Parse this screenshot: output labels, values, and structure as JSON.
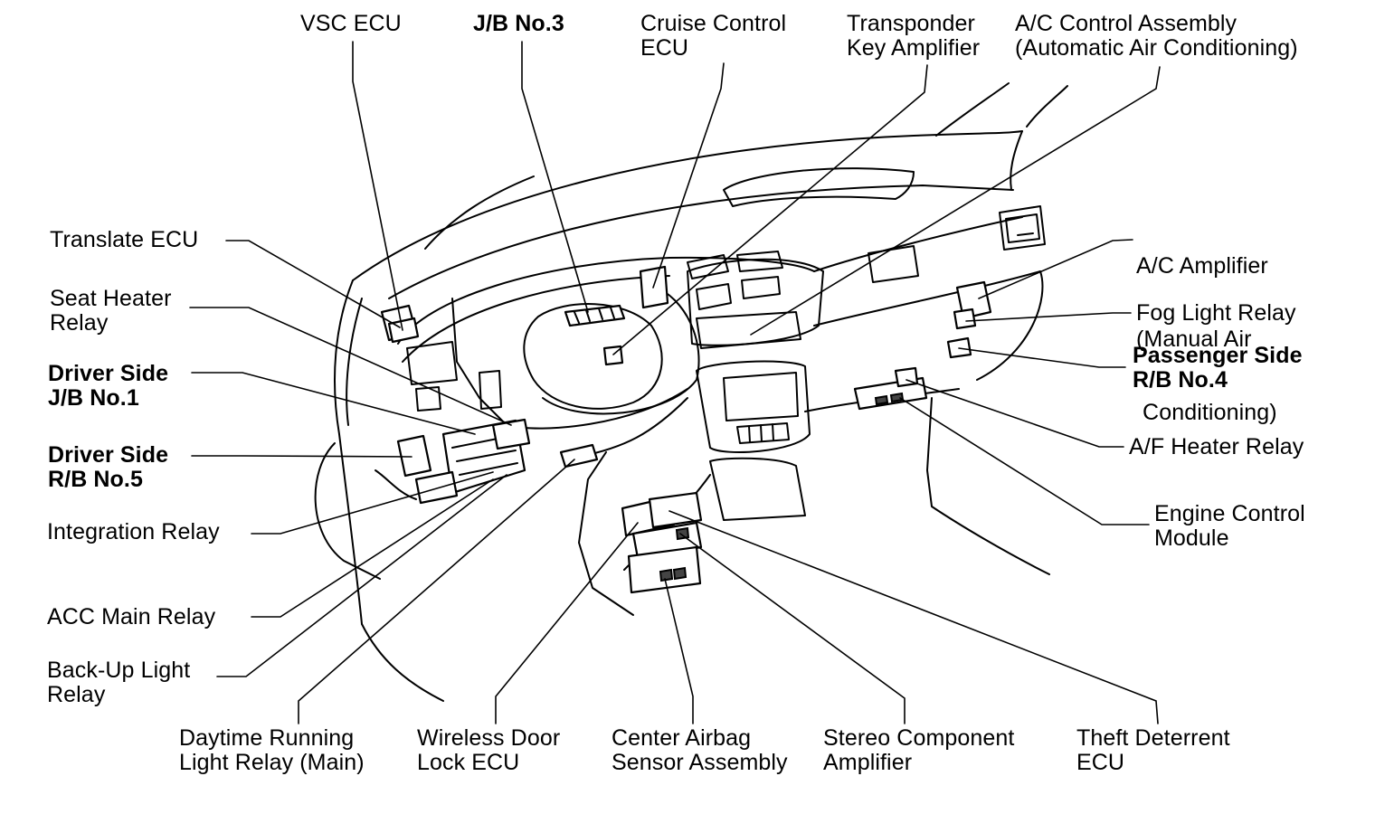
{
  "labels": {
    "vsc_ecu": [
      "VSC ECU"
    ],
    "jb_no3": [
      "J/B No.3"
    ],
    "cruise_control_ecu": [
      "Cruise Control",
      "ECU"
    ],
    "transponder_key_amplifier": [
      "Transponder",
      "Key Amplifier"
    ],
    "ac_control_assembly": [
      "A/C Control Assembly",
      "(Automatic Air Conditioning)"
    ],
    "translate_ecu": [
      "Translate ECU"
    ],
    "seat_heater_relay": [
      "Seat Heater",
      "Relay"
    ],
    "driver_side_jb_no1": [
      "Driver Side",
      "J/B No.1"
    ],
    "driver_side_rb_no5": [
      "Driver Side",
      "R/B No.5"
    ],
    "integration_relay": [
      "Integration Relay"
    ],
    "acc_main_relay": [
      "ACC Main Relay"
    ],
    "back_up_light_relay": [
      "Back-Up Light",
      "Relay"
    ],
    "daytime_running_light_relay": [
      "Daytime Running",
      "Light Relay (Main)"
    ],
    "wireless_door_lock_ecu": [
      "Wireless Door",
      "Lock ECU"
    ],
    "center_airbag_sensor": [
      "Center Airbag",
      "Sensor Assembly"
    ],
    "stereo_component_amplifier": [
      "Stereo Component",
      "Amplifier"
    ],
    "theft_deterrent_ecu": [
      "Theft Deterrent",
      "ECU"
    ],
    "ac_amplifier": [
      "A/C Amplifier",
      "(Manual Air",
      " Conditioning)"
    ],
    "fog_light_relay": [
      "Fog Light Relay"
    ],
    "passenger_side_rb_no4": [
      "Passenger Side",
      "R/B No.4"
    ],
    "af_heater_relay": [
      "A/F Heater Relay"
    ],
    "engine_control_module": [
      "Engine Control",
      "Module"
    ]
  }
}
